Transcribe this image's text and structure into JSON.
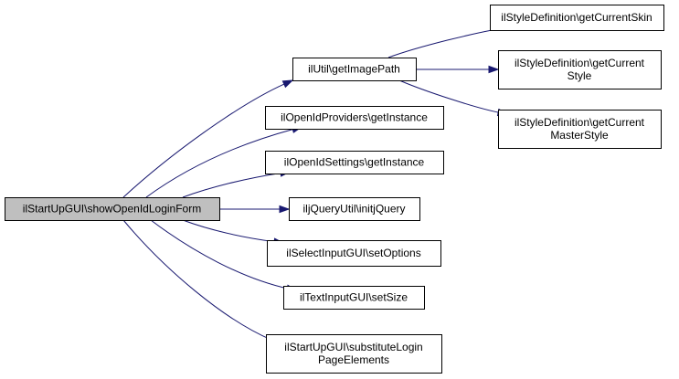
{
  "diagram": {
    "nodes": [
      {
        "id": "root",
        "lines": [
          "ilStartUpGUI\\showOpenIdLoginForm"
        ],
        "root": true
      },
      {
        "id": "getImagePath",
        "lines": [
          "ilUtil\\getImagePath"
        ]
      },
      {
        "id": "providersInstance",
        "lines": [
          "ilOpenIdProviders\\getInstance"
        ]
      },
      {
        "id": "settingsInstance",
        "lines": [
          "ilOpenIdSettings\\getInstance"
        ]
      },
      {
        "id": "initjQuery",
        "lines": [
          "iljQueryUtil\\initjQuery"
        ]
      },
      {
        "id": "setOptions",
        "lines": [
          "ilSelectInputGUI\\setOptions"
        ]
      },
      {
        "id": "setSize",
        "lines": [
          "ilTextInputGUI\\setSize"
        ]
      },
      {
        "id": "substitute",
        "lines": [
          "ilStartUpGUI\\substituteLogin",
          "PageElements"
        ]
      },
      {
        "id": "currentSkin",
        "lines": [
          "ilStyleDefinition\\getCurrentSkin"
        ]
      },
      {
        "id": "currentStyle",
        "lines": [
          "ilStyleDefinition\\getCurrent",
          "Style"
        ]
      },
      {
        "id": "currentMasterStyle",
        "lines": [
          "ilStyleDefinition\\getCurrent",
          "MasterStyle"
        ]
      }
    ],
    "edges": [
      {
        "from": "root",
        "to": "getImagePath"
      },
      {
        "from": "root",
        "to": "providersInstance"
      },
      {
        "from": "root",
        "to": "settingsInstance"
      },
      {
        "from": "root",
        "to": "initjQuery"
      },
      {
        "from": "root",
        "to": "setOptions"
      },
      {
        "from": "root",
        "to": "setSize"
      },
      {
        "from": "root",
        "to": "substitute"
      },
      {
        "from": "getImagePath",
        "to": "currentSkin"
      },
      {
        "from": "getImagePath",
        "to": "currentStyle"
      },
      {
        "from": "getImagePath",
        "to": "currentMasterStyle"
      }
    ]
  }
}
